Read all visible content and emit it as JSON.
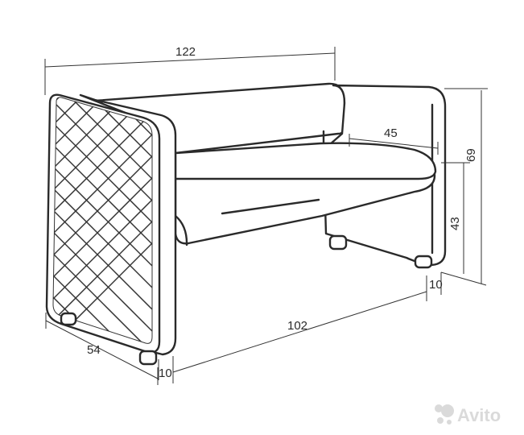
{
  "dimensions": {
    "total_width": "122",
    "seat_depth": "45",
    "total_height": "69",
    "seat_height": "43",
    "leg_height_right": "10",
    "inner_width": "102",
    "depth": "54",
    "leg_height_left": "10"
  },
  "watermark": {
    "text": "Avito",
    "icon": "avito-dots-logo"
  },
  "colors": {
    "outline": "#2a2a2a",
    "watermark": "#bdbdbd"
  }
}
